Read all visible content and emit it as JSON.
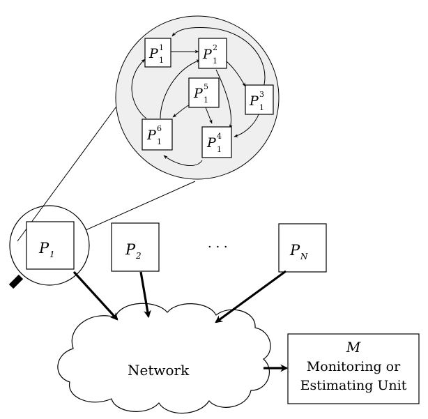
{
  "zoom": {
    "processes": [
      {
        "base": "P",
        "sub": "1",
        "sup": "1"
      },
      {
        "base": "P",
        "sub": "1",
        "sup": "2"
      },
      {
        "base": "P",
        "sub": "1",
        "sup": "3"
      },
      {
        "base": "P",
        "sub": "1",
        "sup": "4"
      },
      {
        "base": "P",
        "sub": "1",
        "sup": "5"
      },
      {
        "base": "P",
        "sub": "1",
        "sup": "6"
      }
    ]
  },
  "processes": [
    {
      "base": "P",
      "sub": "1"
    },
    {
      "base": "P",
      "sub": "2"
    },
    {
      "base": "P",
      "sub": "N"
    }
  ],
  "ellipsis": "· · ·",
  "network_label": "Network",
  "monitor": {
    "symbol": "M",
    "line1": "Monitoring or",
    "line2": "Estimating Unit"
  }
}
